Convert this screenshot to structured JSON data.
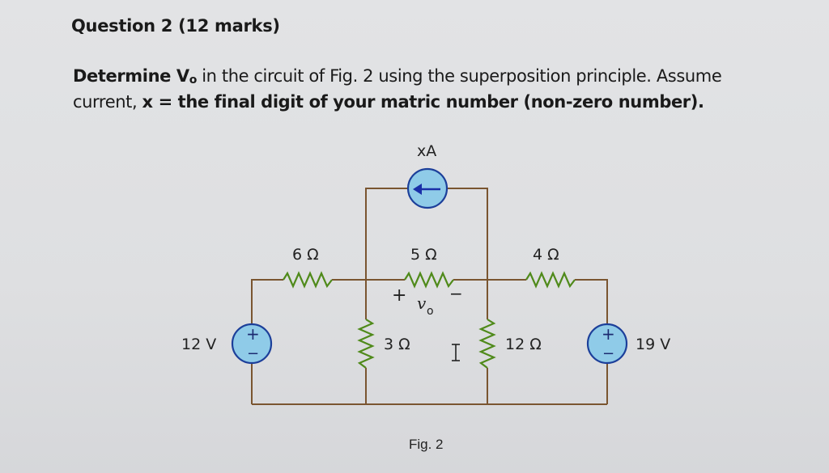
{
  "question": {
    "title": "Question 2 (12 marks)",
    "body_bold_lead": "Determine V",
    "body_sub": "o",
    "body_part1": " in the circuit of Fig. 2 using the superposition principle. Assume current, ",
    "body_bold_tail": "x = the final digit of your matric number (non-zero number)."
  },
  "figure": {
    "caption": "Fig. 2",
    "current_source": {
      "label": "xA",
      "direction": "left-arrow-icon"
    },
    "sources": [
      {
        "id": "v-left",
        "label": "12 V",
        "polarity_top": "+",
        "polarity_bottom": "−"
      },
      {
        "id": "v-right",
        "label": "19 V",
        "polarity_top": "+",
        "polarity_bottom": "−"
      }
    ],
    "resistors": [
      {
        "id": "r6",
        "label": "6 Ω"
      },
      {
        "id": "r5",
        "label": "5 Ω"
      },
      {
        "id": "r4",
        "label": "4 Ω"
      },
      {
        "id": "r3",
        "label": "3 Ω"
      },
      {
        "id": "r12",
        "label": "12 Ω"
      }
    ],
    "vo": {
      "plus": "+",
      "minus": "−",
      "label": "v",
      "sub": "o"
    },
    "cursor": "I"
  },
  "colors": {
    "wire": "#7a5530",
    "resistor": "#4f8a1a",
    "source_fill": "#8fcbe8",
    "source_stroke": "#1c3f9a",
    "arrow": "#1a2fa8"
  }
}
